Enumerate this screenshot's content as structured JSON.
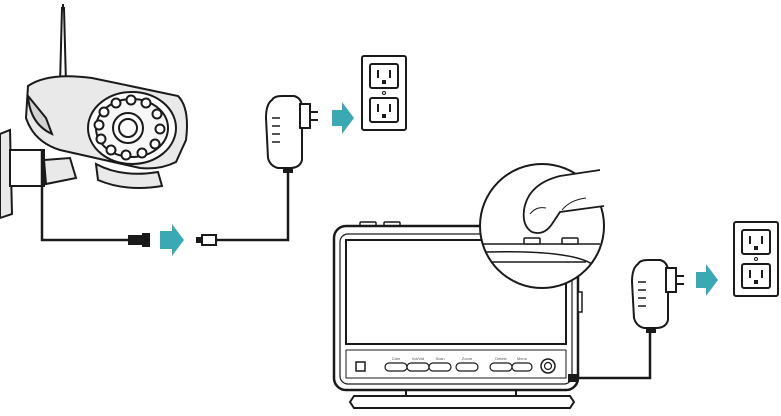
{
  "monitor": {
    "button_labels": [
      "Cam",
      "Vol/Vid",
      "Scan",
      "Zoom",
      "Delete",
      "Menu"
    ]
  },
  "colors": {
    "arrow": "#3aa9b4",
    "line": "#1a1a1a",
    "camera_body": "#e9e9e9",
    "outlet_face": "#ffffff"
  },
  "icons": [
    "camera-icon",
    "power-adapter-icon",
    "wall-outlet-icon",
    "arrow-right-icon",
    "monitor-icon",
    "finger-press-icon"
  ]
}
